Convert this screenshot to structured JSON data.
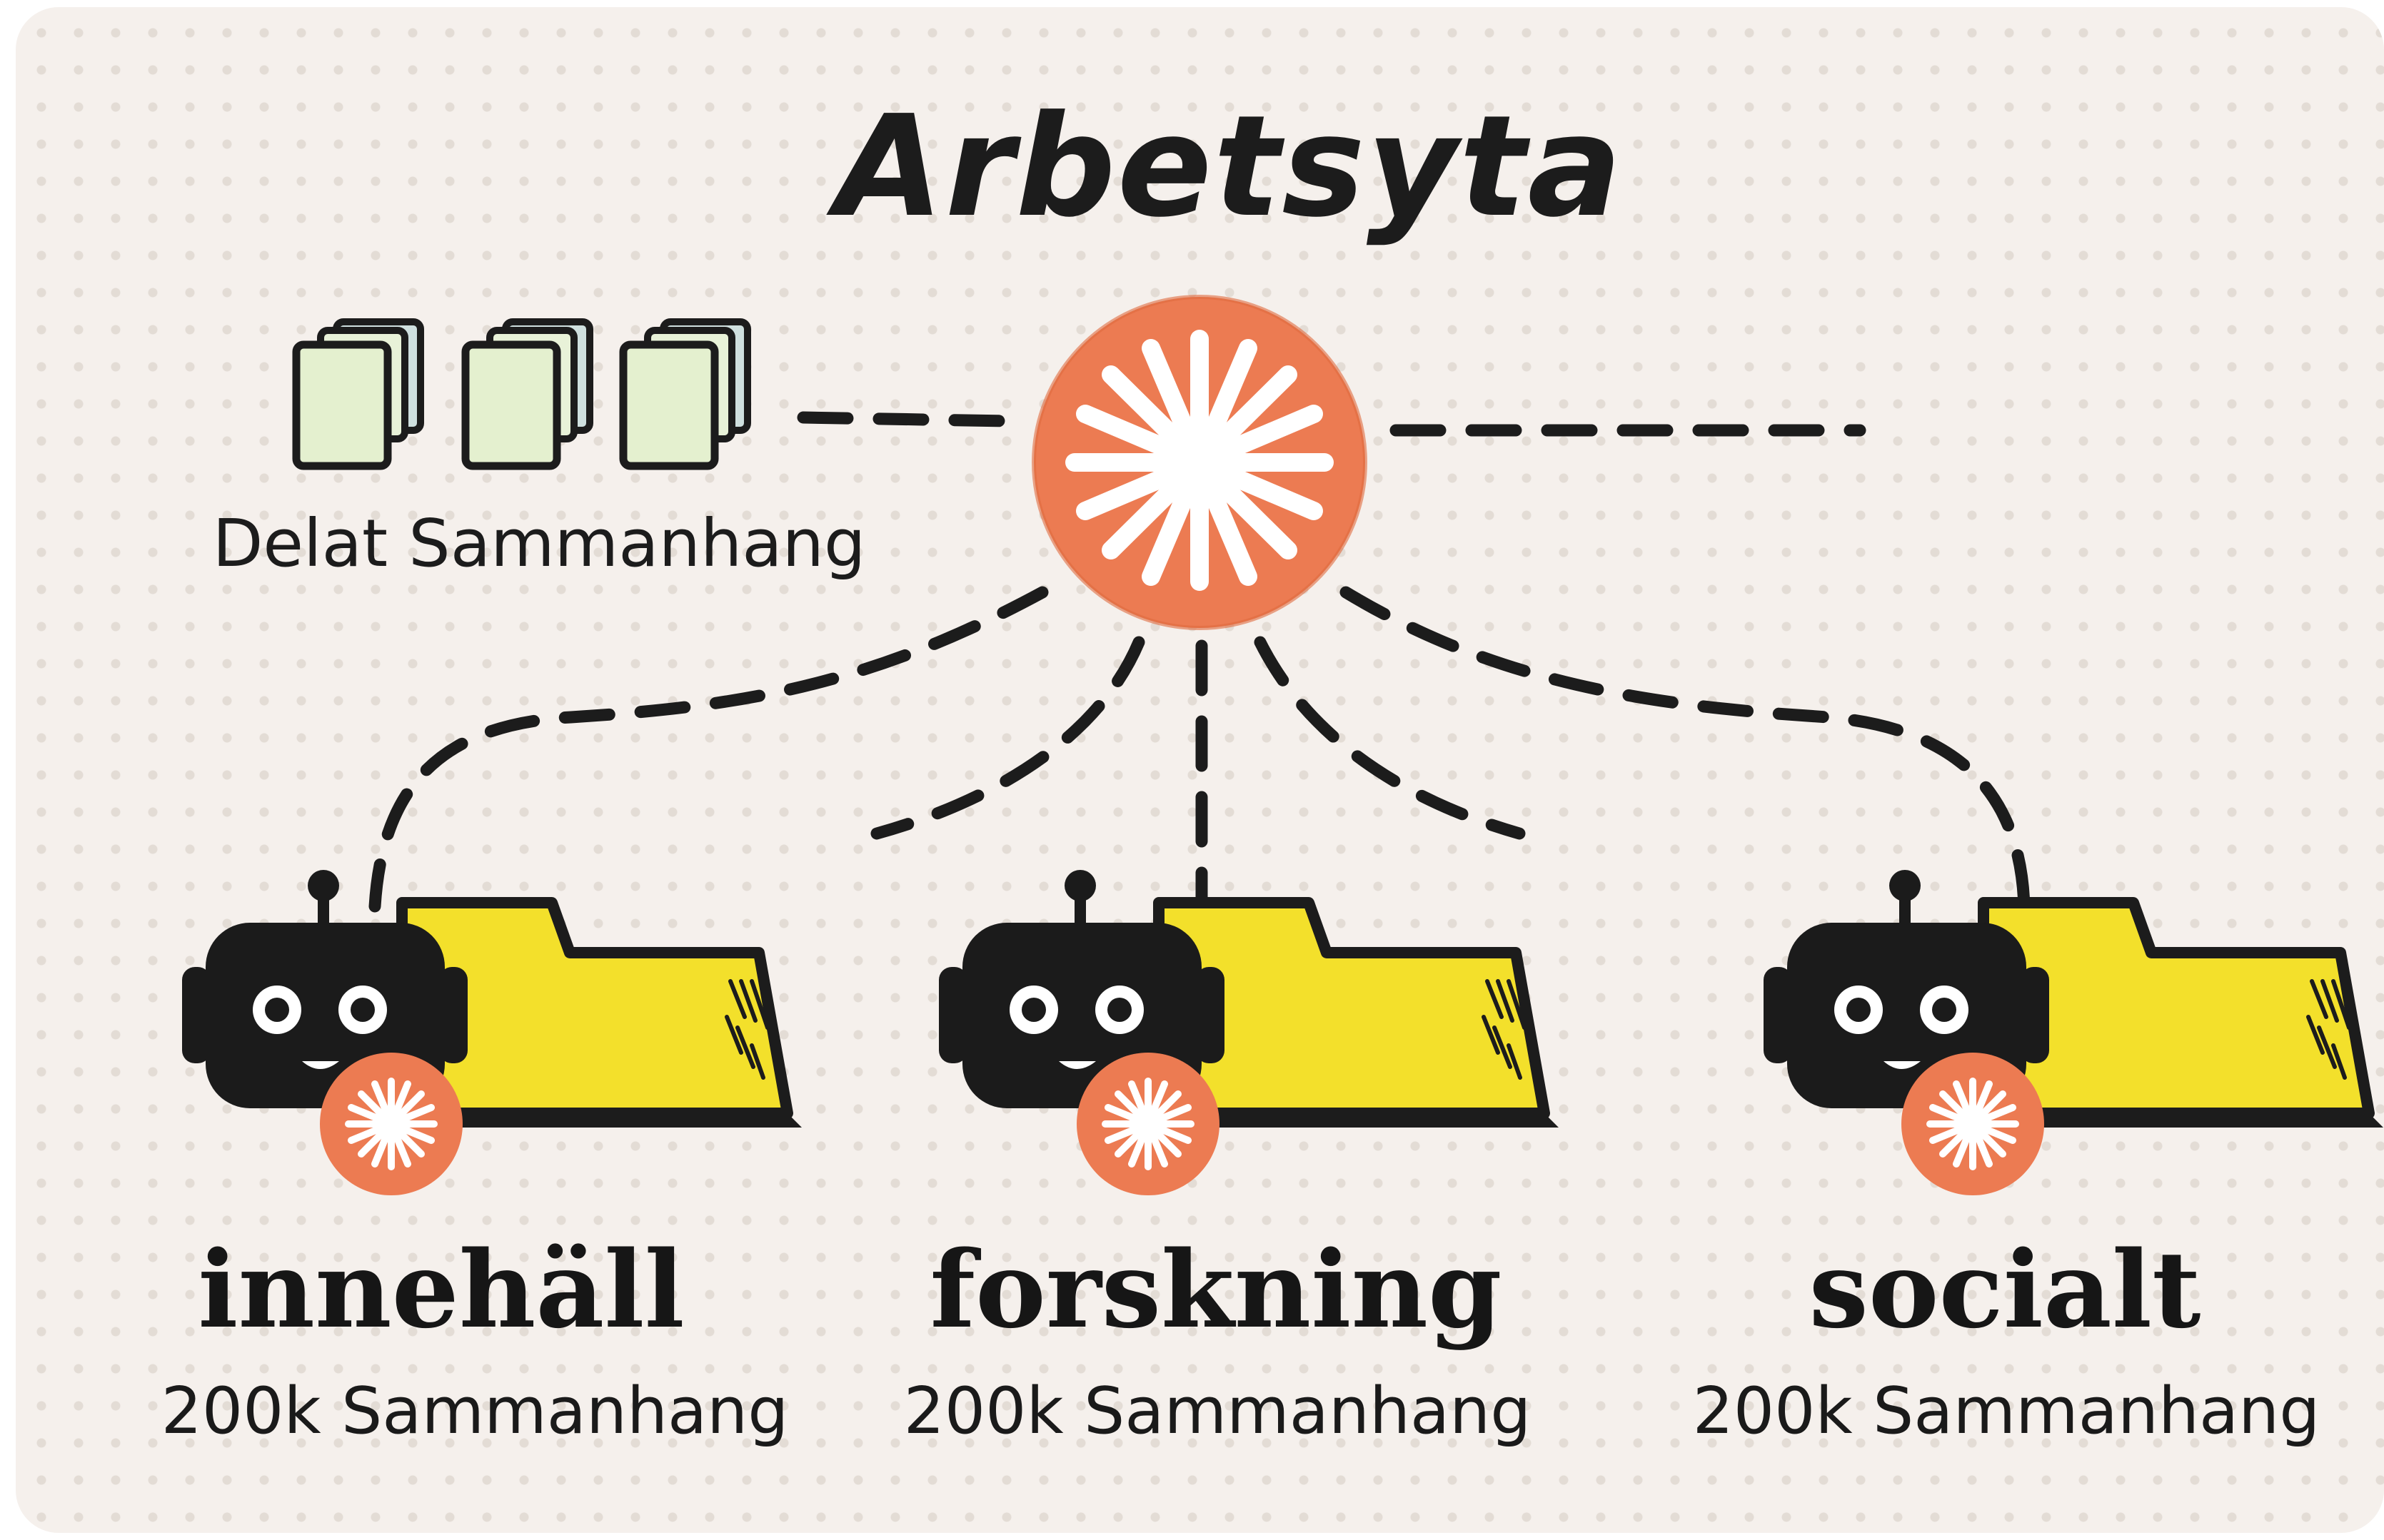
{
  "title": "Arbetsyta",
  "shared_context": {
    "label": "Delat Sammanhang",
    "icon": "stacked-documents-icon"
  },
  "hub": {
    "icon": "starburst-hub-icon"
  },
  "agents": [
    {
      "name": "innehäll",
      "context": "200k Sammanhang",
      "icon": "robot-icon"
    },
    {
      "name": "forskning",
      "context": "200k Sammanhang",
      "icon": "robot-icon"
    },
    {
      "name": "socialt",
      "context": "200k Sammanhang",
      "icon": "robot-icon"
    }
  ],
  "colors": {
    "background": "#f5f0ec",
    "hub_orange": "#ec7b52",
    "folder_yellow": "#f3e02b",
    "document_green": "#e4f0cf",
    "robot_black": "#1b1b1b",
    "ink": "#1c1c1c"
  }
}
